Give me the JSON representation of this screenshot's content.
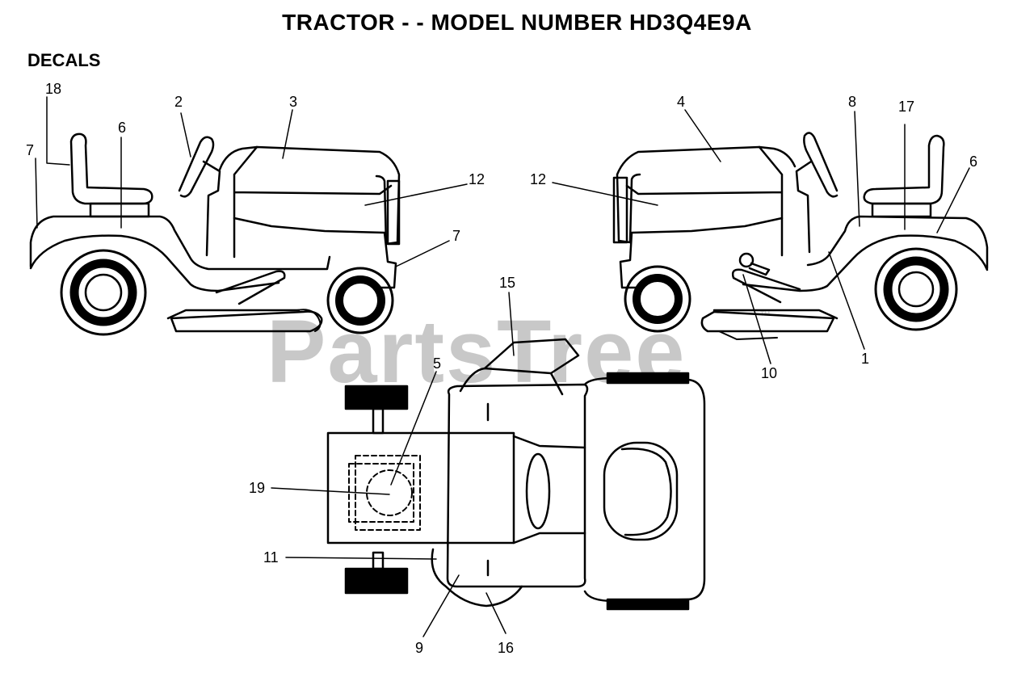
{
  "title": "TRACTOR - - MODEL NUMBER HD3Q4E9A",
  "section": "DECALS",
  "watermark": "PartsTree",
  "watermark_tm": "™",
  "callouts": {
    "c18": "18",
    "c7a": "7",
    "c6a": "6",
    "c2": "2",
    "c3": "3",
    "c12a": "12",
    "c7b": "7",
    "c4": "4",
    "c12b": "12",
    "c8": "8",
    "c17": "17",
    "c6b": "6",
    "c10": "10",
    "c1": "1",
    "c15": "15",
    "c5": "5",
    "c19": "19",
    "c11": "11",
    "c9": "9",
    "c16": "16"
  }
}
